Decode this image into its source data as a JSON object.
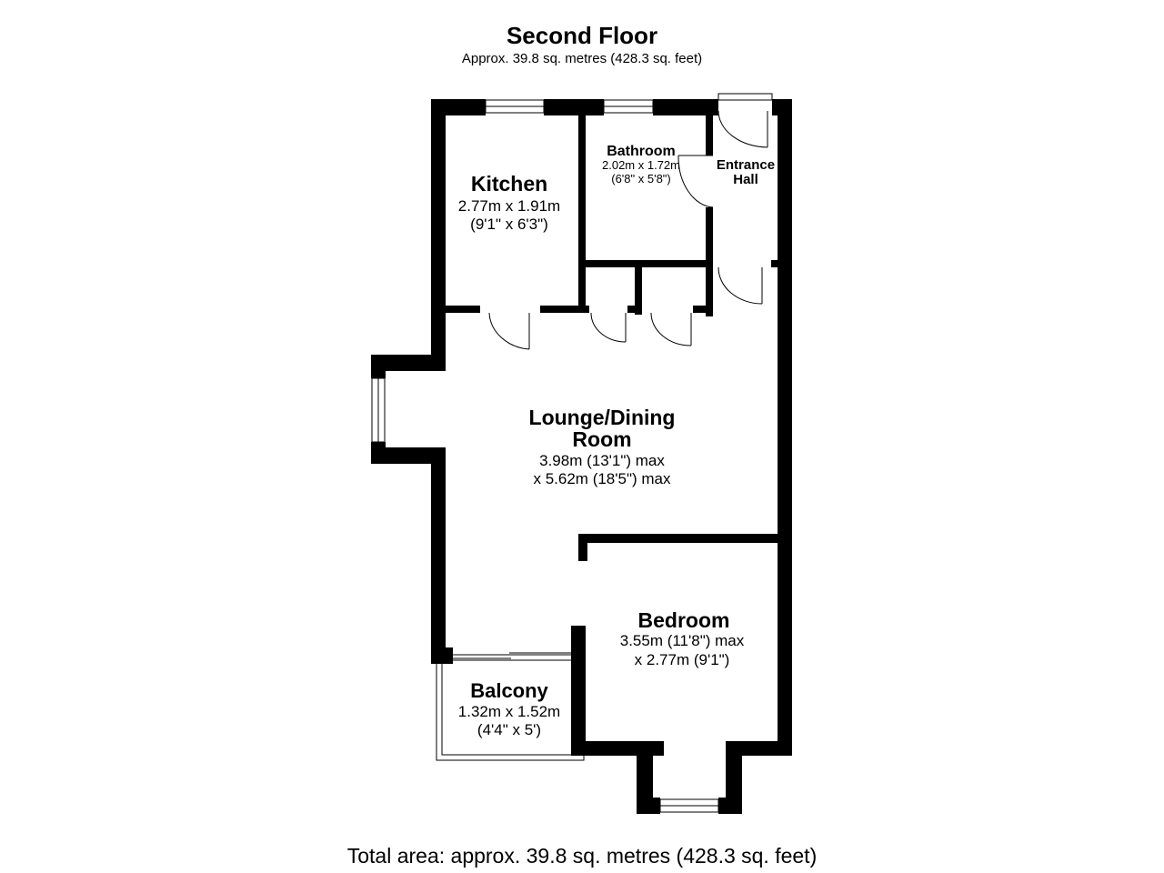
{
  "header": {
    "title": "Second Floor",
    "subtitle": "Approx. 39.8 sq. metres (428.3 sq. feet)"
  },
  "footer": {
    "total": "Total area: approx. 39.8 sq. metres (428.3 sq. feet)"
  },
  "rooms": {
    "kitchen": {
      "name": "Kitchen",
      "dim1": "2.77m x 1.91m",
      "dim2": "(9'1\" x 6'3\")"
    },
    "bathroom": {
      "name": "Bathroom",
      "dim1": "2.02m x 1.72m",
      "dim2": "(6'8\" x 5'8\")"
    },
    "entrance": {
      "name1": "Entrance",
      "name2": "Hall"
    },
    "lounge": {
      "name1": "Lounge/Dining",
      "name2": "Room",
      "dim1": "3.98m (13'1\") max",
      "dim2": "x 5.62m (18'5\") max"
    },
    "bedroom": {
      "name": "Bedroom",
      "dim1": "3.55m (11'8\") max",
      "dim2": "x 2.77m (9'1\")"
    },
    "balcony": {
      "name": "Balcony",
      "dim1": "1.32m x 1.52m",
      "dim2": "(4'4\" x 5')"
    }
  },
  "colors": {
    "wall": "#000000",
    "background": "#ffffff"
  }
}
